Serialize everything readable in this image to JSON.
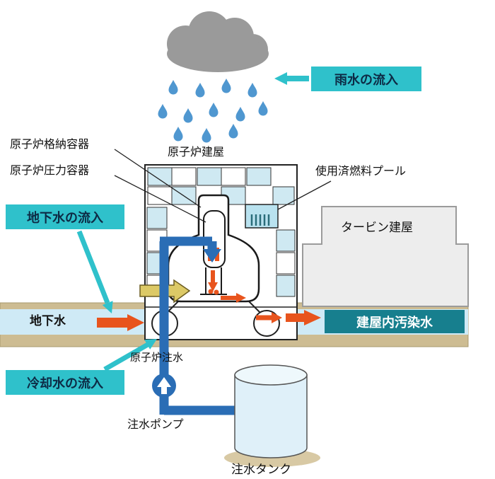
{
  "colors": {
    "cyan_box": "#2fc1cb",
    "cyan_text": "#0d2b45",
    "dark_box": "#177f8e",
    "orange": "#e8541d",
    "pipe_blue": "#2a6db5",
    "water": "#cfeaf6",
    "soil": "#cdbc92",
    "rain_blue": "#4f97d0",
    "cloud_gray": "#9a9a9a",
    "block_blue": "#cfe9f2",
    "turbine_fill": "#ededed",
    "tank_fill": "#dff0f9"
  },
  "labels": {
    "rain_inflow": "雨水の流入",
    "containment": "原子炉格納容器",
    "reactor_building": "原子炉建屋",
    "pressure_vessel": "原子炉圧力容器",
    "spent_fuel_pool": "使用済燃料プール",
    "groundwater_inflow": "地下水の流入",
    "turbine_building": "タービン建屋",
    "groundwater": "地下水",
    "contaminated_water": "建屋内汚染水",
    "reactor_injection": "原子炉注水",
    "cooling_inflow": "冷却水の流入",
    "injection_pump": "注水ポンプ",
    "injection_tank": "注水タンク"
  }
}
